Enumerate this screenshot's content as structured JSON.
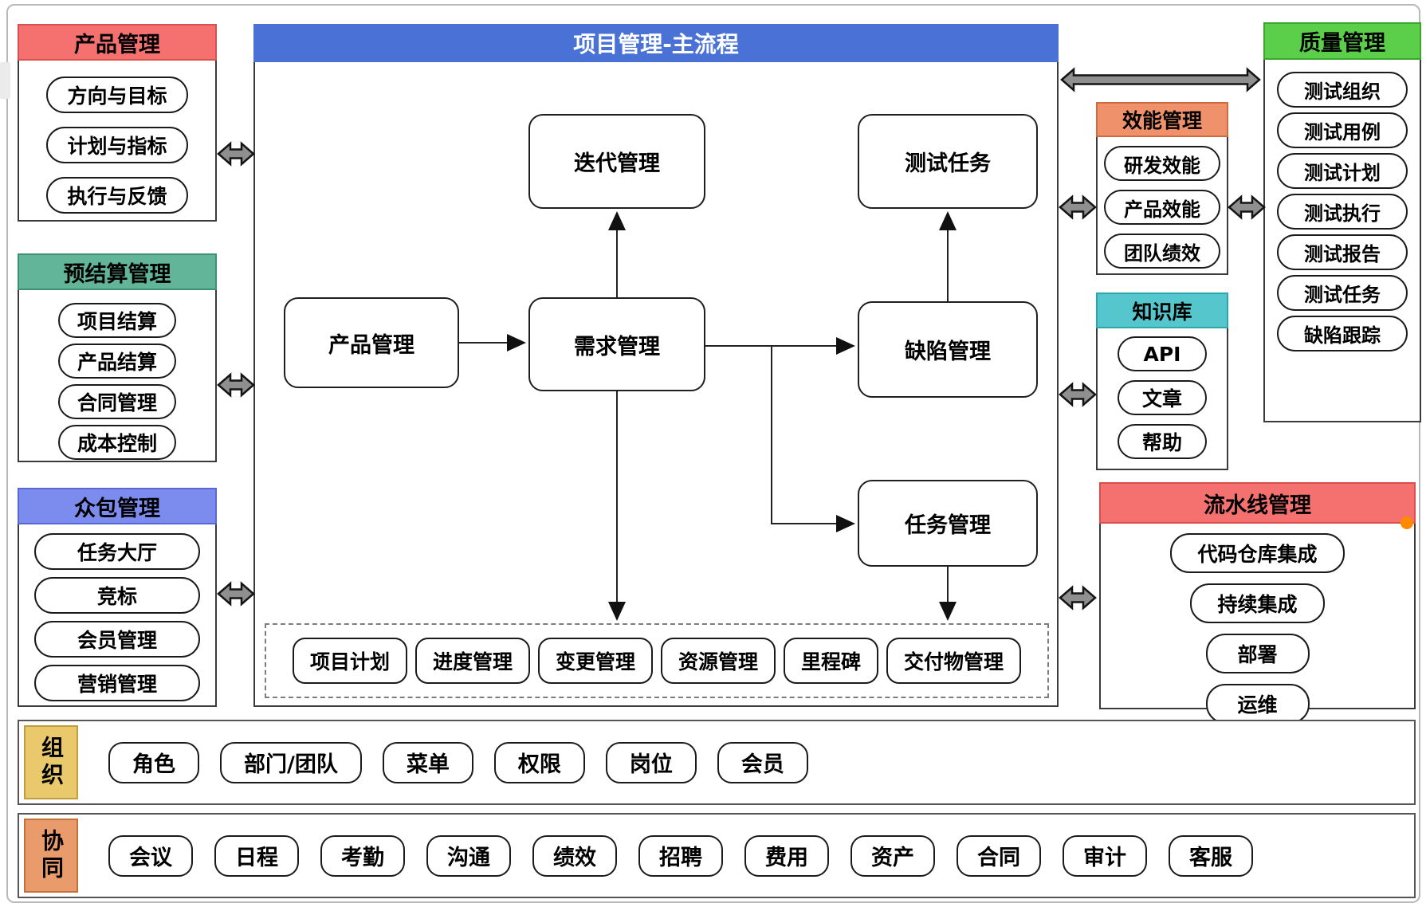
{
  "left_panels": [
    {
      "title": "产品管理",
      "header_color": "#F4716F",
      "items": [
        "方向与目标",
        "计划与指标",
        "执行与反馈"
      ]
    },
    {
      "title": "预结算管理",
      "header_color": "#63B59A",
      "items": [
        "项目结算",
        "产品结算",
        "合同管理",
        "成本控制"
      ]
    },
    {
      "title": "众包管理",
      "header_color": "#7C8BEE",
      "items": [
        "任务大厅",
        "竞标",
        "会员管理",
        "营销管理"
      ]
    }
  ],
  "main_flow": {
    "title": "项目管理-主流程",
    "header_color": "#4A72D6",
    "nodes": [
      "迭代管理",
      "测试任务",
      "产品管理",
      "需求管理",
      "缺陷管理",
      "任务管理"
    ],
    "sub_items": [
      "项目计划",
      "进度管理",
      "变更管理",
      "资源管理",
      "里程碑",
      "交付物管理"
    ]
  },
  "right_panels": [
    {
      "title": "效能管理",
      "header_color": "#EF916B",
      "items": [
        "研发效能",
        "产品效能",
        "团队绩效"
      ]
    },
    {
      "title": "知识库",
      "header_color": "#55C6CB",
      "items": [
        "API",
        "文章",
        "帮助"
      ]
    },
    {
      "title": "质量管理",
      "header_color": "#5BCE4A",
      "items": [
        "测试组织",
        "测试用例",
        "测试计划",
        "测试执行",
        "测试报告",
        "测试任务",
        "缺陷跟踪"
      ]
    },
    {
      "title": "流水线管理",
      "header_color": "#F4716F",
      "items": [
        "代码仓库集成",
        "持续集成",
        "部署",
        "运维"
      ]
    }
  ],
  "bottom_rows": [
    {
      "label": "组织",
      "label_color": "#E9C96B",
      "items": [
        "角色",
        "部门/团队",
        "菜单",
        "权限",
        "岗位",
        "会员"
      ]
    },
    {
      "label": "协同",
      "label_color": "#E99B6C",
      "items": [
        "会议",
        "日程",
        "考勤",
        "沟通",
        "绩效",
        "招聘",
        "费用",
        "资产",
        "合同",
        "审计",
        "客服"
      ]
    }
  ],
  "colors": {
    "arrow_fill": "#8F8F8F",
    "arrow_outline": "#141414",
    "connector": "#222222",
    "accent_dot": "#FF8A00"
  }
}
